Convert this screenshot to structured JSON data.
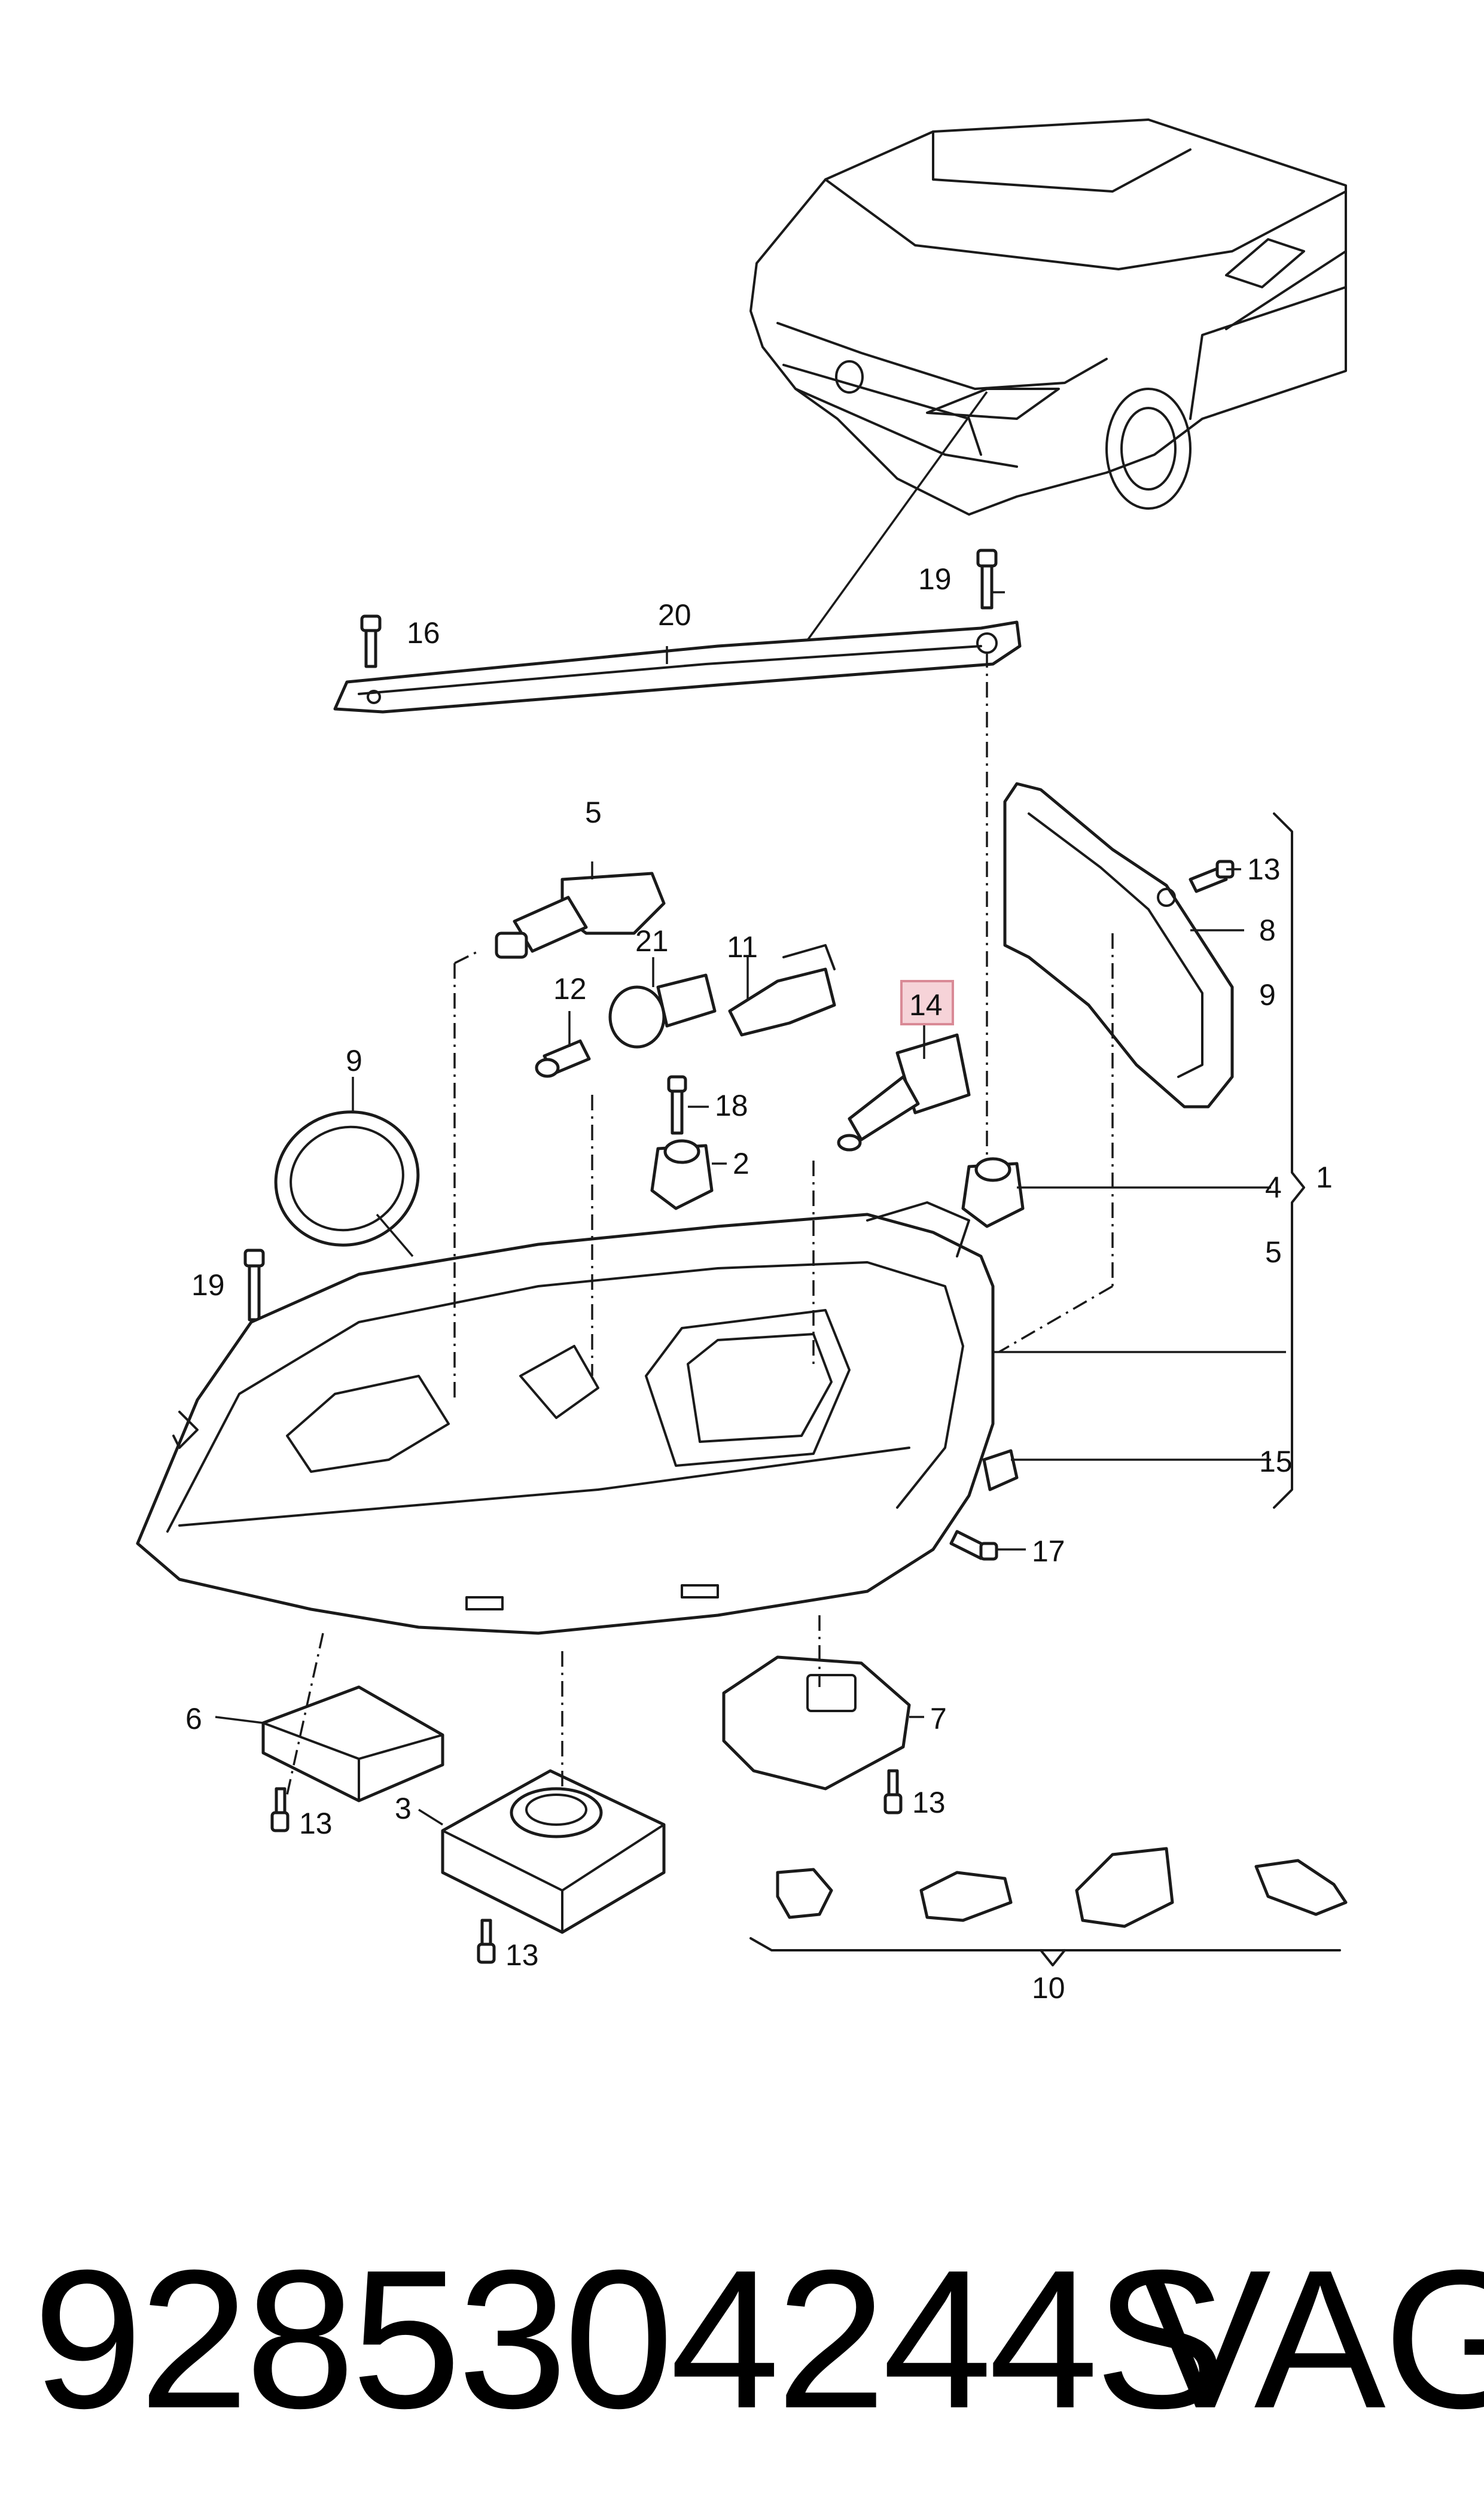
{
  "diagram": {
    "callouts": {
      "c1": "1",
      "c2": "2",
      "c3": "3",
      "c4": "4",
      "c5": "5",
      "c5b": "5",
      "c6": "6",
      "c7": "7",
      "c8": "8",
      "c9": "9",
      "c9b": "9",
      "c10": "10",
      "c11": "11",
      "c12": "12",
      "c13a": "13",
      "c13b": "13",
      "c13c": "13",
      "c13d": "13",
      "c14": "14",
      "c15": "15",
      "c16": "16",
      "c17": "17",
      "c18": "18",
      "c19a": "19",
      "c19b": "19",
      "c20": "20",
      "c21": "21"
    },
    "highlighted_callout": "14",
    "highlight_color": "#f6d3d8",
    "highlight_border": "#d98a96"
  },
  "footer": {
    "part_number": "9285304244S",
    "brand": "VAG"
  }
}
